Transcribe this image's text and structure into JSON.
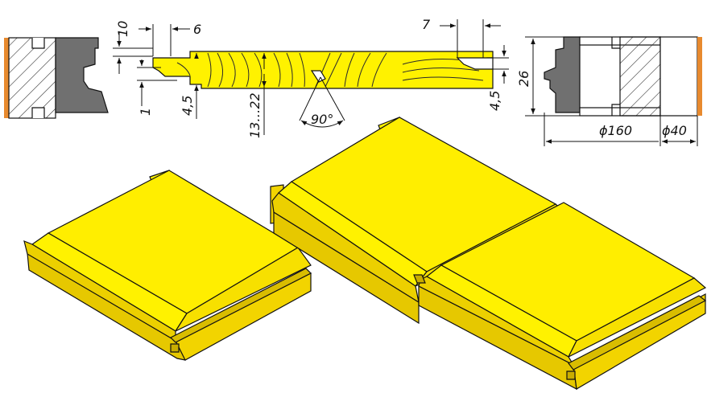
{
  "colors": {
    "wood": "#fff200",
    "wood_top": "#ffe900",
    "wood_side": "#f2d400",
    "wood_front": "#e6c800",
    "grain": "#2a2a2a",
    "cutter_steel": "#707070",
    "cutter_body": "#ffffff",
    "arbor_orange": "#e88a2e",
    "outline": "#111111"
  },
  "dimensions": {
    "tongue_height": "10",
    "tongue_length": "6",
    "shoulder_step": "1",
    "tongue_offset": "4,5",
    "thickness": "13…22",
    "v_angle": "90°",
    "groove_depth": "7",
    "groove_offset": "4,5",
    "cutter_height": "26",
    "cutter_diameter": "ϕ160",
    "bore_diameter": "ϕ40"
  }
}
